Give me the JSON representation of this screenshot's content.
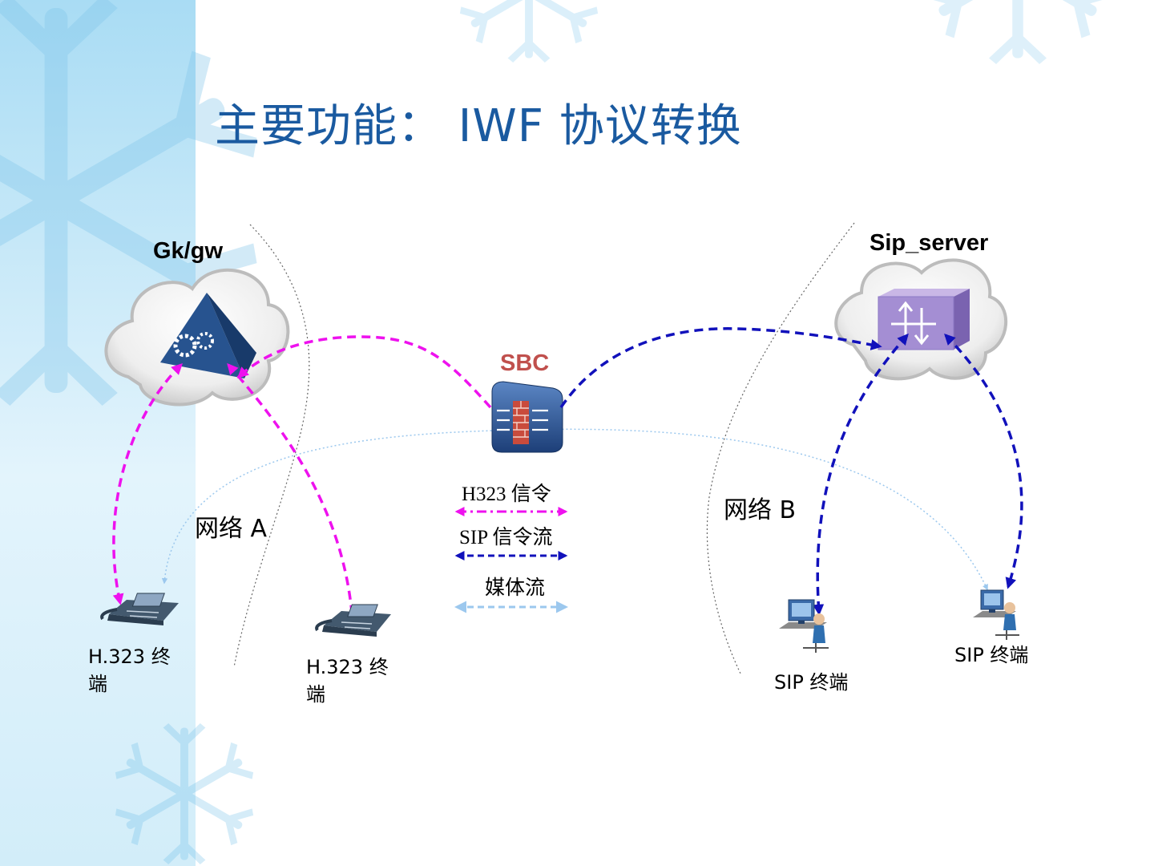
{
  "slide": {
    "title": "主要功能： IWF 协议转换"
  },
  "nodes": {
    "gatekeeper": {
      "label": "Gk/gw"
    },
    "sip_server": {
      "label": "Sip_server"
    },
    "sbc": {
      "label": "SBC"
    },
    "h323_terminal_1": {
      "label_line1": "H.323 终",
      "label_line2": "端"
    },
    "h323_terminal_2": {
      "label_line1": "H.323 终",
      "label_line2": "端"
    },
    "sip_terminal_1": {
      "label": "SIP 终端"
    },
    "sip_terminal_2": {
      "label": "SIP 终端"
    }
  },
  "networks": {
    "a": {
      "label": "网络 A"
    },
    "b": {
      "label": "网络 B"
    }
  },
  "legend": {
    "h323": {
      "label": "H323 信令",
      "color": "#ee11ee"
    },
    "sip": {
      "label": "SIP 信令流",
      "color": "#1111bb"
    },
    "media": {
      "label": "媒体流",
      "color": "#9cc8ee"
    }
  },
  "colors": {
    "title": "#1a5aa0",
    "sbc_label": "#c0504d",
    "background_accent": "#bfe3f6"
  }
}
